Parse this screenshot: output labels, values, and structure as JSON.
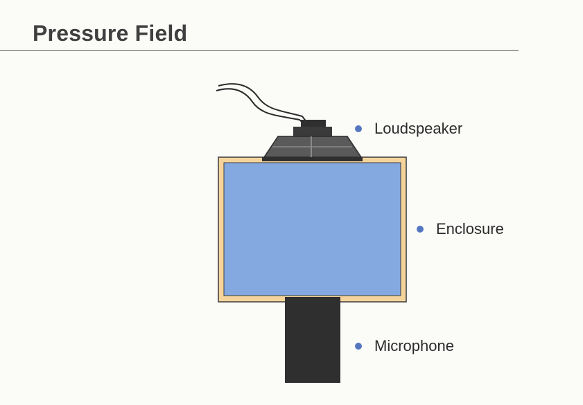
{
  "title": "Pressure Field",
  "labels": {
    "loudspeaker": "Loudspeaker",
    "enclosure": "Enclosure",
    "microphone": "Microphone"
  },
  "colors": {
    "bullet": "#5577c0",
    "enclosure_fill": "#84a9e0",
    "enclosure_frame": "#f5d49c",
    "microphone": "#2f2f2f",
    "speaker": "#4b4b4b"
  },
  "icons": {
    "bullet": "bullet-icon"
  }
}
